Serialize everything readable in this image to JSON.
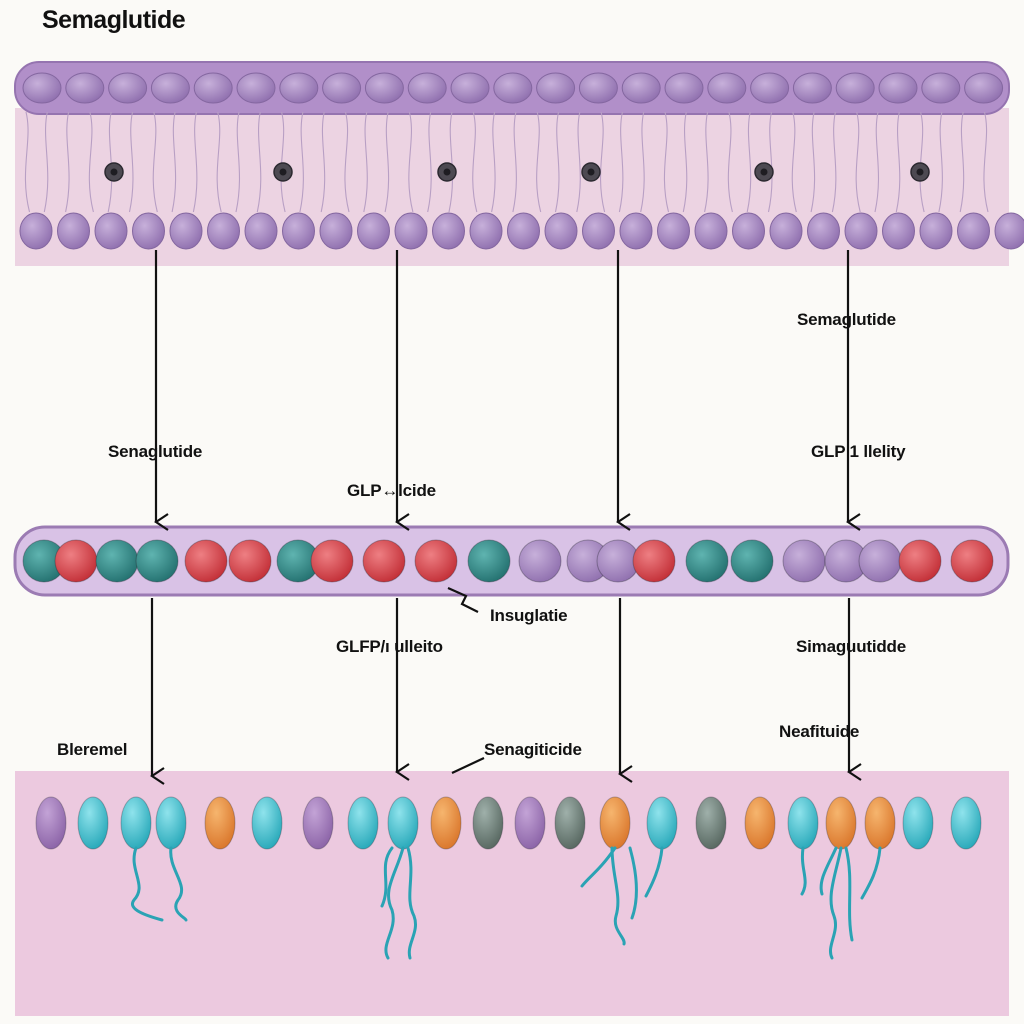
{
  "title": "Semaglutide",
  "labels": {
    "arrow4_top": "Semaglutide",
    "arrow1_mid": "Senaglutide",
    "arrow4_mid": "GLP 1 llelity",
    "arrow2_mid": "GLP↔lcide",
    "band_right": "Insuglatie",
    "arrow2_low": "GLFP/ı ulleito",
    "arrow4_low": "Simaguutidde",
    "bottom_left": "Bleremel",
    "bottom_center": "Senagiticide",
    "bottom_right": "Neafituide"
  },
  "colors": {
    "membrane_purple": "#a98bc2",
    "tissue_pink": "#ecd3e2",
    "teal": "#2f8f8f",
    "red": "#d6434a",
    "cyan": "#3cbfcf",
    "orange": "#e88a3a",
    "gray": "#6e7f7a"
  }
}
